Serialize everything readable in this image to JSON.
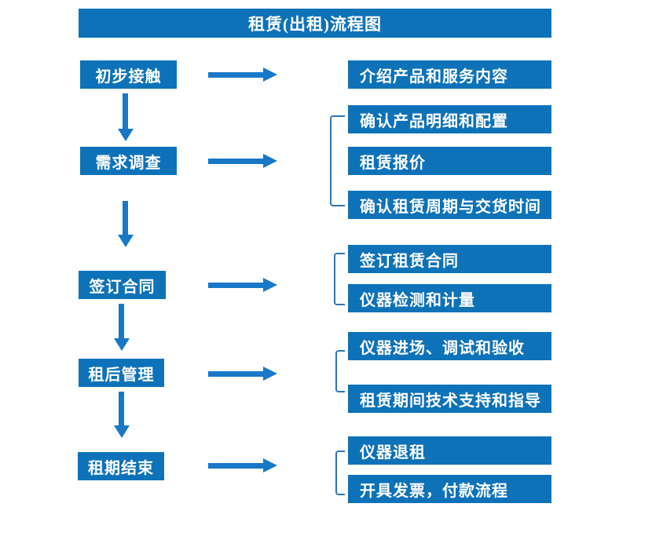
{
  "title": "租赁(出租)流程图",
  "colors": {
    "box_blue": "#0e72b9",
    "arrow_blue": "#1878c8",
    "bracket_blue": "#2e75b6",
    "text": "#ffffff"
  },
  "steps": [
    {
      "label": "初步接触",
      "details": [
        "介绍产品和服务内容"
      ]
    },
    {
      "label": "需求调查",
      "details": [
        "确认产品明细和配置",
        "租赁报价",
        "确认租赁周期与交货时间"
      ]
    },
    {
      "label": "签订合同",
      "details": [
        "签订租赁合同",
        "仪器检测和计量"
      ]
    },
    {
      "label": "租后管理",
      "details": [
        "仪器进场、调试和验收",
        "租赁期间技术支持和指导"
      ]
    },
    {
      "label": "租期结束",
      "details": [
        "仪器退租",
        "开具发票，付款流程"
      ]
    }
  ]
}
